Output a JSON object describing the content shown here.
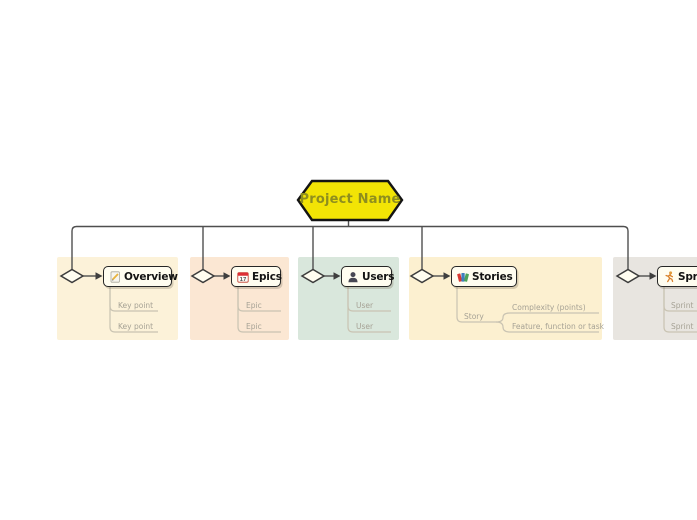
{
  "root": {
    "label": "Project Name"
  },
  "branches": [
    {
      "label": "Overview",
      "icon": "memo-icon",
      "children": [
        "Key point",
        "Key point"
      ]
    },
    {
      "label": "Epics",
      "icon": "calendar-icon",
      "calendar_day": "17",
      "children": [
        "Epic",
        "Epic"
      ]
    },
    {
      "label": "Users",
      "icon": "user-icon",
      "children": [
        "User",
        "User"
      ]
    },
    {
      "label": "Stories",
      "icon": "books-icon",
      "story": {
        "label": "Story",
        "children": [
          "Complexity (points)",
          "Feature, function or task"
        ]
      }
    },
    {
      "label": "Sprints",
      "icon": "runner-icon",
      "children": [
        "Sprint",
        "Sprint"
      ]
    }
  ],
  "colors": {
    "root_fill": "#f2e405",
    "root_text": "#8e8e1e",
    "connector": "#4f4f4f",
    "child_connector": "#c9c3b2",
    "child_text": "#a6a295",
    "node_fill": "#fffdf0",
    "node_border": "#262626",
    "panel_overview": "#fcf2d9",
    "panel_epics": "#fbe7d3",
    "panel_users": "#d9e7dc",
    "panel_stories": "#fcf0d0",
    "panel_sprints": "#e8e5e0"
  }
}
